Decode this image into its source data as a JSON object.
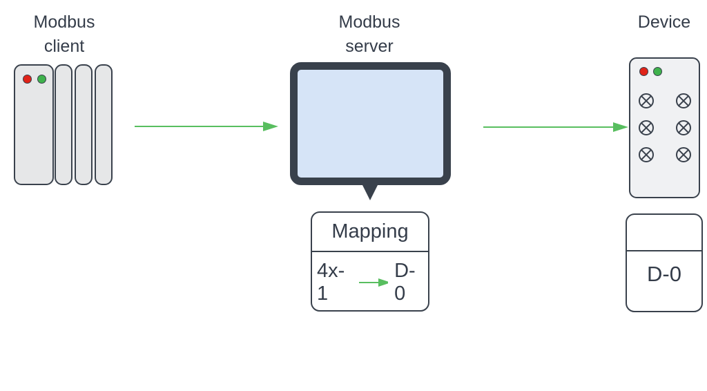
{
  "diagram": {
    "client": {
      "label_line1": "Modbus",
      "label_line2": "client",
      "leds": [
        "red-led",
        "green-led"
      ]
    },
    "server": {
      "label_line1": "Modbus",
      "label_line2": "server"
    },
    "device": {
      "label": "Device",
      "leds": [
        "red-led",
        "green-led"
      ],
      "lamp_icon": "circled-x",
      "lamp_count": 6
    },
    "mapping": {
      "title": "Mapping",
      "source": "4x-1",
      "arrow_icon": "right-arrow",
      "target": "D-0"
    },
    "register_box": {
      "header": "",
      "value": "D-0"
    },
    "colors": {
      "background": "#ffffff",
      "stroke": "#39414c",
      "text": "#343c49",
      "arrow_green": "#58be5f",
      "client_fill": "#e6e7e8",
      "device_fill": "#f0f1f3",
      "screen_fill": "#d6e4f7",
      "led_red": "#e02318",
      "led_green": "#3fb24c"
    }
  }
}
